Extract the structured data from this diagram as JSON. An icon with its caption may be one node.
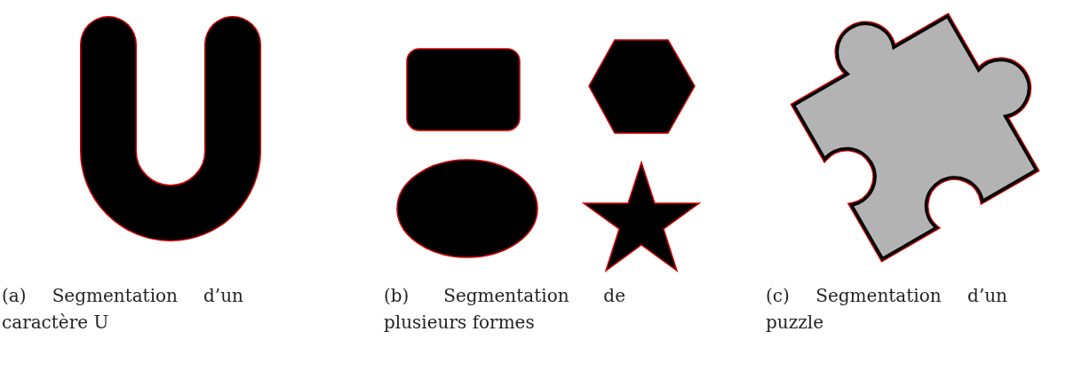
{
  "diagram": {
    "labels": [
      "(a) Segmentation d’un caractère U",
      "(b) Segmentation de plusieurs formes",
      "(c) Segmentation d’un puzzle"
    ]
  }
}
